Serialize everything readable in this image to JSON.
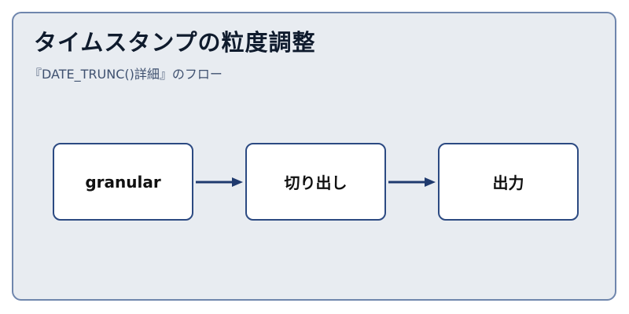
{
  "diagram": {
    "title": "タイムスタンプの粒度調整",
    "subtitle": "『DATE_TRUNC()詳細』のフロー",
    "nodes": [
      {
        "label": "granular"
      },
      {
        "label": "切り出し"
      },
      {
        "label": "出力"
      }
    ],
    "colors": {
      "card_background": "#e8ecf1",
      "card_border": "#6f86ad",
      "node_border": "#2c4a82",
      "arrow": "#1f3a6e",
      "title": "#0f1b2d",
      "subtitle": "#3f5170"
    }
  }
}
